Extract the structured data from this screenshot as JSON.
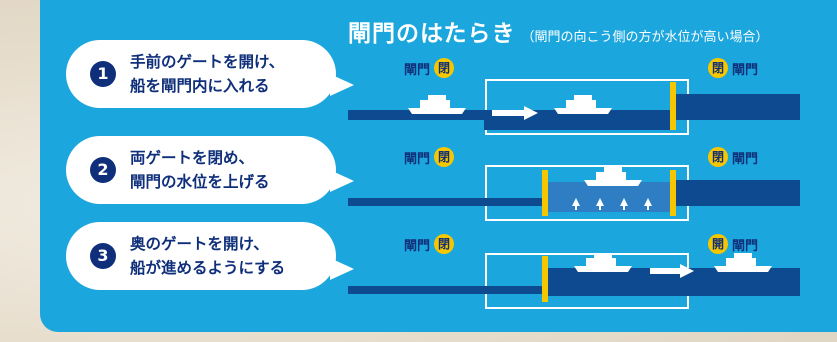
{
  "title": {
    "main": "閘門のはたらき",
    "sub": "（閘門の向こう側の方が水位が高い場合）"
  },
  "steps": [
    {
      "number": "1",
      "line1": "手前のゲートを開け、",
      "line2": "船を閘門内に入れる"
    },
    {
      "number": "2",
      "line1": "両ゲートを閉め、",
      "line2": "閘門の水位を上げる"
    },
    {
      "number": "3",
      "line1": "奥のゲートを開け、",
      "line2": "船が進めるようにする"
    }
  ],
  "gates": {
    "name": "閘門",
    "state_closed": "閉",
    "state_open": "開"
  },
  "colors": {
    "panel": "#1ba6dd",
    "navy": "#0f2f7a",
    "water_deep": "#0d4a8f",
    "gate": "#f6c600",
    "white": "#ffffff"
  }
}
